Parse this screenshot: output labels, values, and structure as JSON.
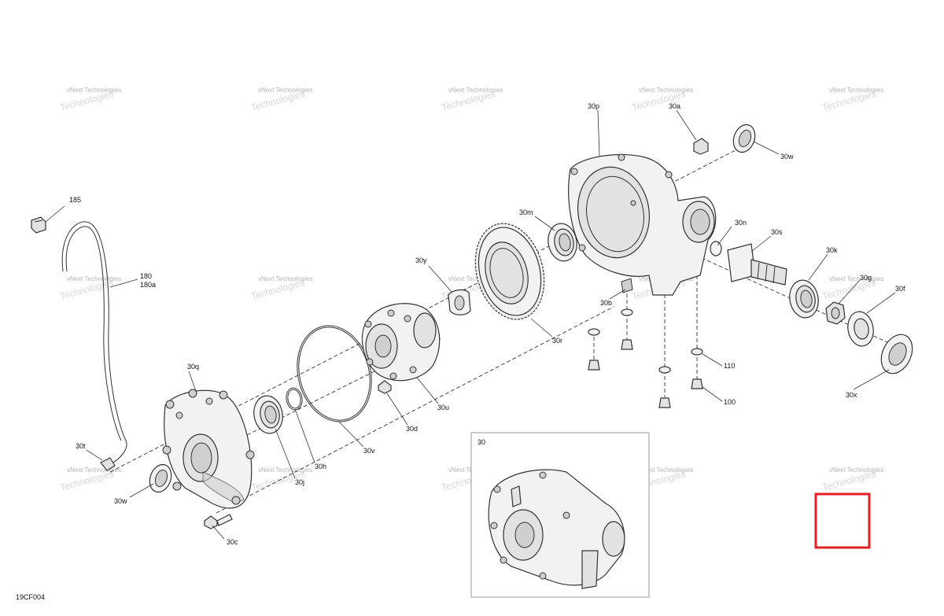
{
  "watermark": {
    "line1": "vNext",
    "line2": "Technologies",
    "inline": "vNext Technologies"
  },
  "diagram_code": "19CF004",
  "inset_label": "30",
  "callouts": {
    "l185": "185",
    "l180": "180",
    "l180a": "180a",
    "l30q": "30q",
    "l30t": "30t",
    "l30w_left": "30w",
    "l30c": "30c",
    "l30j": "30j",
    "l30h": "30h",
    "l30v": "30v",
    "l30d": "30d",
    "l30u": "30u",
    "l30y": "30y",
    "l30r": "30r",
    "l30m": "30m",
    "l30p": "30p",
    "l30a": "30a",
    "l30w_right": "30w",
    "l30n": "30n",
    "l30s": "30s",
    "l30b": "30b",
    "l30k": "30k",
    "l30g": "30g",
    "l30f": "30f",
    "l30x": "30x",
    "l110": "110",
    "l100": "100"
  },
  "colors": {
    "highlight_box": "#e31e24",
    "line": "#333333",
    "watermark": "#999999"
  }
}
